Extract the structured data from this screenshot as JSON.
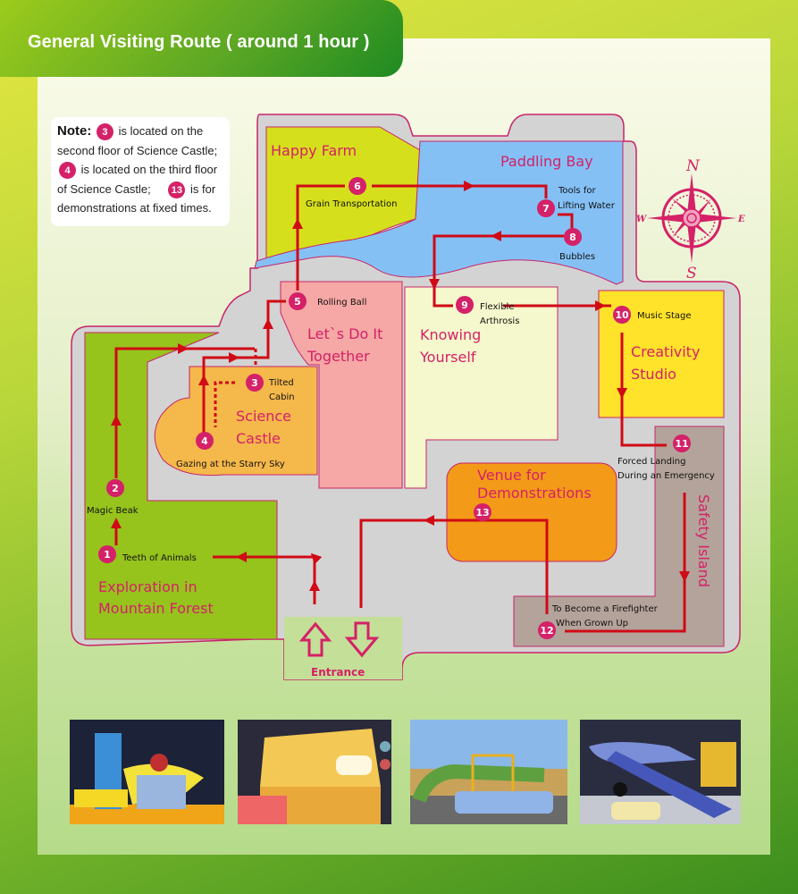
{
  "header": {
    "title": "General Visiting Route ( around 1 hour )"
  },
  "note": {
    "label": "Note:",
    "lines": [
      {
        "badge": "3",
        "text": "is located on the second floor of Science Castle;"
      },
      {
        "badge": "4",
        "text": "is located on the third floor of Science Castle;"
      },
      {
        "badge": "13",
        "text": "is for demonstrations at fixed times."
      }
    ],
    "line1_a": "is located on the",
    "line1_b": "second floor of Science Castle;",
    "line2_a": "is located on the third floor",
    "line2_b": "of Science Castle;",
    "line2_c": "is for",
    "line3": "demonstrations at fixed times.",
    "badge_a": "3",
    "badge_b": "4",
    "badge_c": "13"
  },
  "compass": {
    "n": "N",
    "s": "S",
    "e": "E",
    "w": "W",
    "icon": "compass-rose-icon"
  },
  "zones": {
    "happy_farm": "Happy Farm",
    "paddling_bay": "Paddling Bay",
    "lets_do_it_1": "Let`s Do It",
    "lets_do_it_2": "Together",
    "knowing_1": "Knowing",
    "knowing_2": "Yourself",
    "science_1": "Science",
    "science_2": "Castle",
    "creativity_1": "Creativity",
    "creativity_2": "Studio",
    "venue_1": "Venue for",
    "venue_2": "Demonstrations",
    "safety": "Safety Island",
    "exploration_1": "Exploration in",
    "exploration_2": "Mountain Forest"
  },
  "stops": [
    {
      "num": "1",
      "label": "Teeth of Animals"
    },
    {
      "num": "2",
      "label": "Magic Beak"
    },
    {
      "num": "3",
      "label_1": "Tilted",
      "label_2": "Cabin"
    },
    {
      "num": "4",
      "label": "Gazing at the Starry Sky"
    },
    {
      "num": "5",
      "label": "Rolling Ball"
    },
    {
      "num": "6",
      "label": "Grain Transportation"
    },
    {
      "num": "7",
      "label_1": "Tools for",
      "label_2": "Lifting Water"
    },
    {
      "num": "8",
      "label": "Bubbles"
    },
    {
      "num": "9",
      "label_1": "Flexible",
      "label_2": "Arthrosis"
    },
    {
      "num": "10",
      "label": "Music Stage"
    },
    {
      "num": "11",
      "label_1": "Forced Landing",
      "label_2": "During an Emergency"
    },
    {
      "num": "12",
      "label_1": "To Become a Firefighter",
      "label_2": "When Grown Up"
    },
    {
      "num": "13",
      "label": ""
    }
  ],
  "entrance": {
    "label": "Entrance"
  },
  "photos": [
    {
      "alt": "Music exhibit with yellow structure"
    },
    {
      "alt": "Science Castle building"
    },
    {
      "alt": "Water play area with pipes"
    },
    {
      "alt": "Airplane slide"
    }
  ],
  "colors": {
    "route": "#d00a16",
    "accent": "#d42168",
    "aisle": "#d3d3d3"
  }
}
